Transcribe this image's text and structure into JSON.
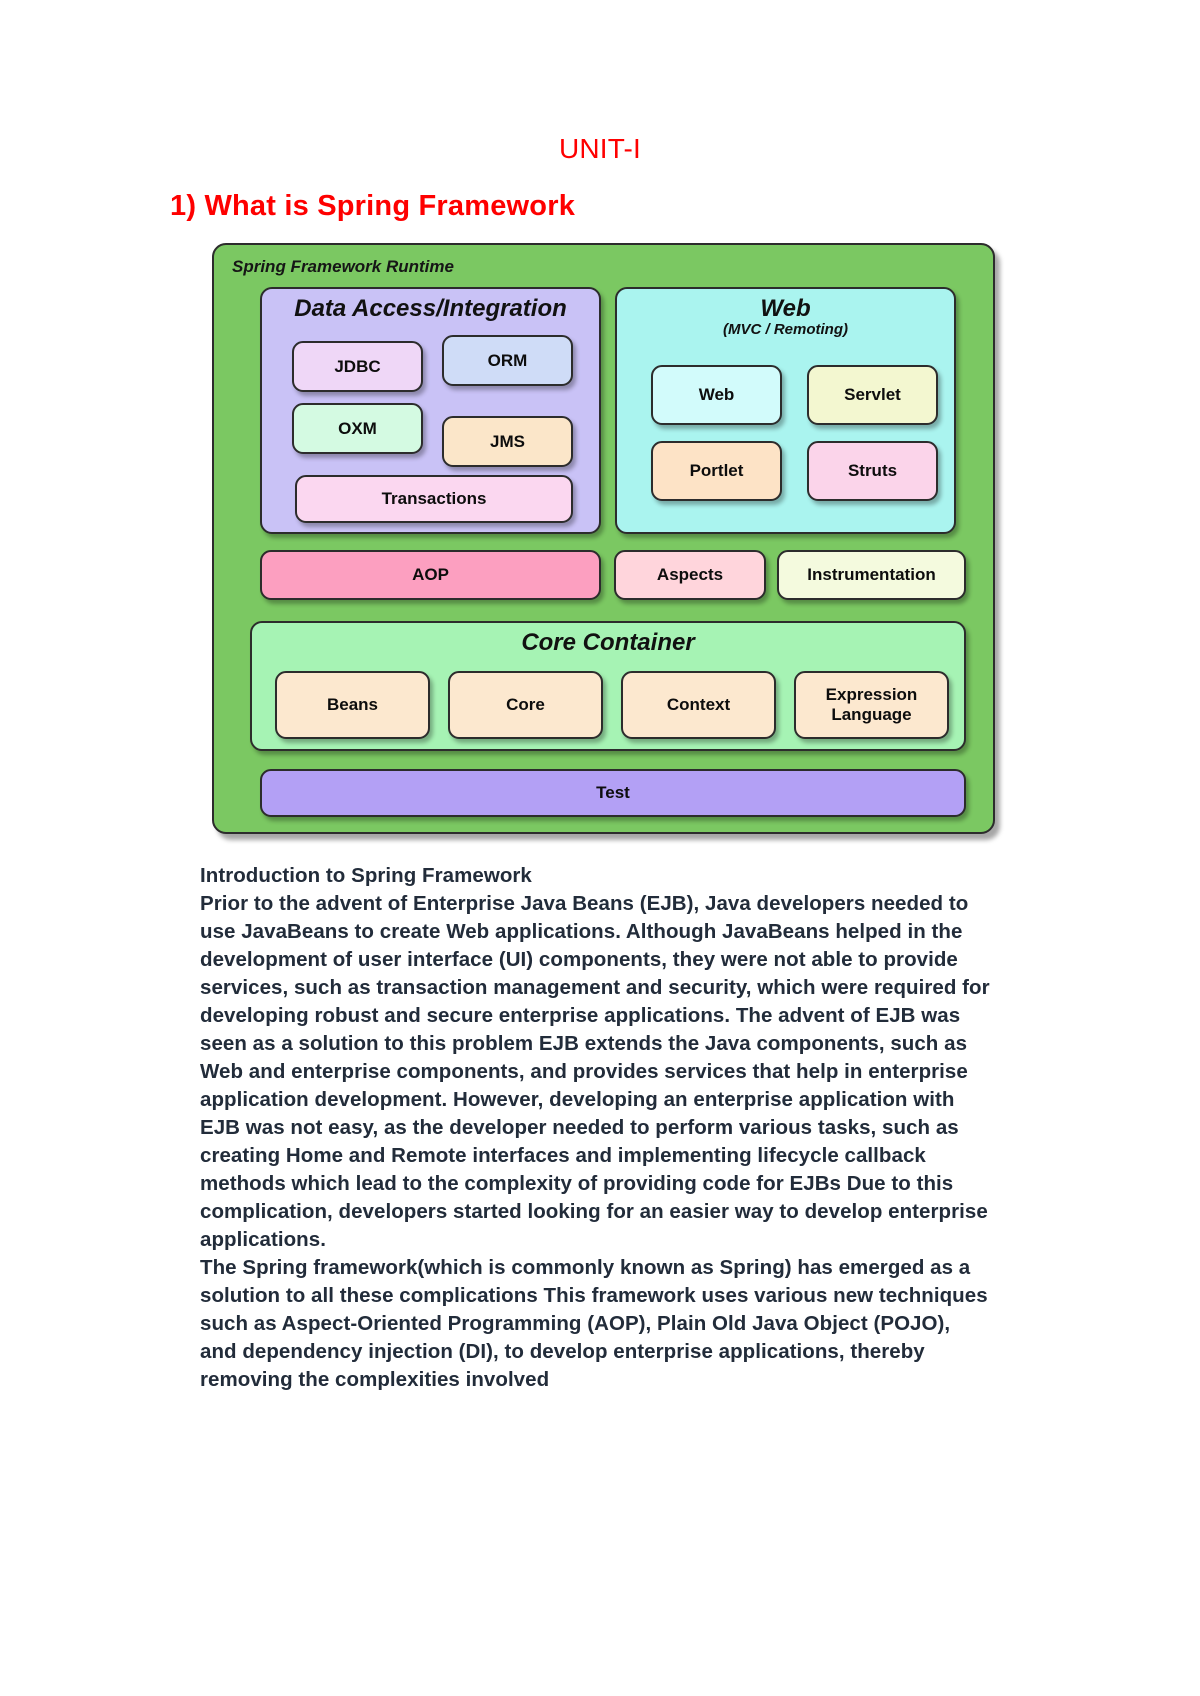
{
  "document": {
    "unit_title": "UNIT-I",
    "question_heading": "1) What is Spring Framework",
    "heading_color": "#fe0000"
  },
  "diagram": {
    "runtime_label": "Spring Framework Runtime",
    "runtime_color": "#7bc862",
    "data_access": {
      "title": "Data Access/Integration",
      "color": "#c9c2f6",
      "boxes": [
        {
          "label": "JDBC",
          "color": "#efd7f7"
        },
        {
          "label": "ORM",
          "color": "#cfdcf7"
        },
        {
          "label": "OXM",
          "color": "#d4fae2"
        },
        {
          "label": "JMS",
          "color": "#fbe6c9"
        },
        {
          "label": "Transactions",
          "color": "#fbd7f0"
        }
      ]
    },
    "web": {
      "title": "Web",
      "subtitle": "(MVC / Remoting)",
      "color": "#aaf4ef",
      "boxes": [
        {
          "label": "Web",
          "color": "#d2fbfb"
        },
        {
          "label": "Servlet",
          "color": "#f3f7d0"
        },
        {
          "label": "Portlet",
          "color": "#fde3c6"
        },
        {
          "label": "Struts",
          "color": "#fbd4ea"
        }
      ]
    },
    "middle_row": [
      {
        "label": "AOP",
        "color": "#fc9fc0"
      },
      {
        "label": "Aspects",
        "color": "#ffd5dc"
      },
      {
        "label": "Instrumentation",
        "color": "#f4fade"
      }
    ],
    "core_container": {
      "title": "Core Container",
      "color": "#a6f3b4",
      "boxes": [
        {
          "label": "Beans",
          "color": "#fce8cf"
        },
        {
          "label": "Core",
          "color": "#fce8cf"
        },
        {
          "label": "Context",
          "color": "#fce8cf"
        },
        {
          "label": "Expression Language",
          "color": "#fce8cf"
        }
      ]
    },
    "test": {
      "label": "Test",
      "color": "#b3a0f5"
    }
  },
  "body": {
    "section_title": "Introduction to Spring Framework",
    "paragraph_1": "Prior to the advent of Enterprise Java Beans (EJB), Java developers needed to use JavaBeans to create Web applications. Although JavaBeans helped in the development of user interface (UI) components, they were not able to provide services, such as transaction management and security, which were required for developing robust and secure enterprise applications. The advent of EJB was seen as a solution to this problem EJB extends the Java components, such as Web and enterprise components, and provides services that help in enterprise application development. However, developing an enterprise application with EJB was not easy, as the developer needed to perform various tasks, such as creating Home and Remote interfaces and implementing lifecycle callback methods which lead to the complexity of providing code for EJBs Due to this complication, developers started looking for an easier way to develop enterprise applications.",
    "paragraph_2": "The Spring framework(which is commonly known as Spring) has emerged as a solution to all these complications This framework uses various new techniques such as Aspect-Oriented Programming (AOP), Plain Old Java Object (POJO), and dependency injection (DI), to develop enterprise applications, thereby removing the complexities involved"
  }
}
